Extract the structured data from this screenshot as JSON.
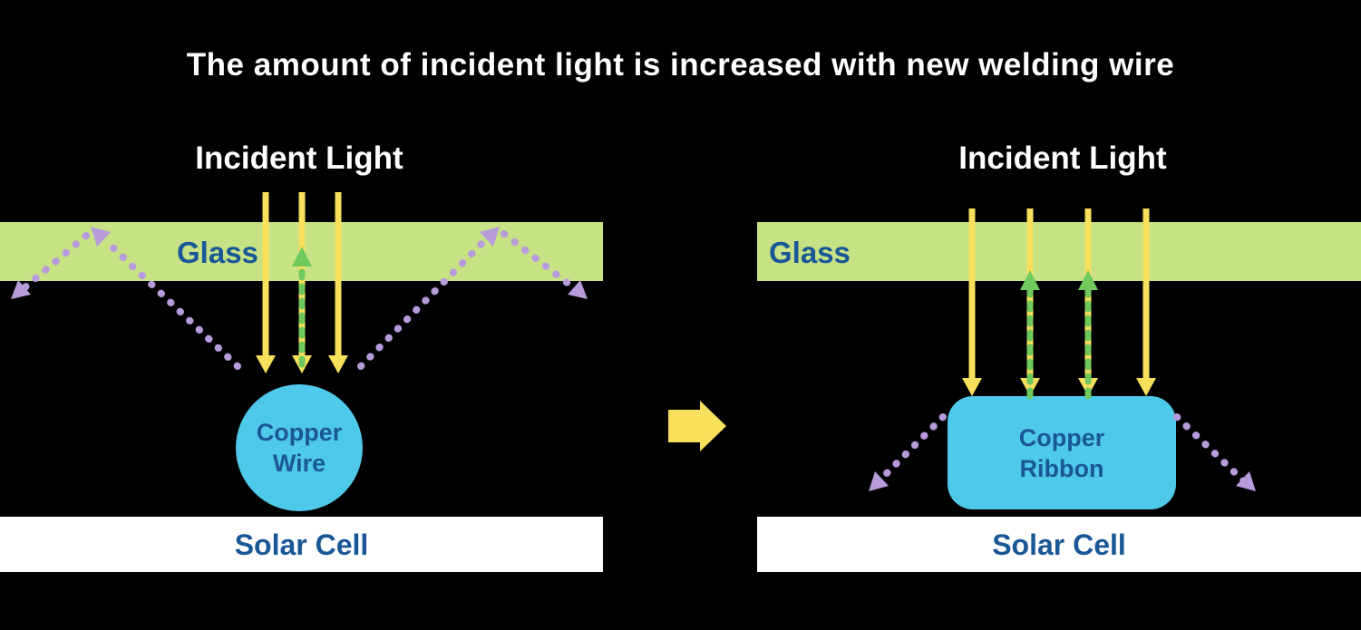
{
  "title": "The amount of incident light is increased with new welding wire",
  "colors": {
    "background": "#000000",
    "glass_band": "#c7e285",
    "incident_light_yellow": "#f8e05c",
    "reflected_light_purple": "#b79bdb",
    "absorbed_light_green": "#6fc95c",
    "copper_cyan": "#4fc9e9",
    "label_blue": "#1a5796",
    "solar_cell_white": "#ffffff",
    "title_white": "#ffffff"
  },
  "before": {
    "incident_light_label": "Incident Light",
    "glass_label": "Glass",
    "copper_label_line1": "Copper",
    "copper_label_line2": "Wire",
    "solar_cell_label": "Solar Cell"
  },
  "after": {
    "incident_light_label": "Incident Light",
    "glass_label": "Glass",
    "copper_label_line1": "Copper",
    "copper_label_line2": "Ribbon",
    "solar_cell_label": "Solar Cell"
  }
}
